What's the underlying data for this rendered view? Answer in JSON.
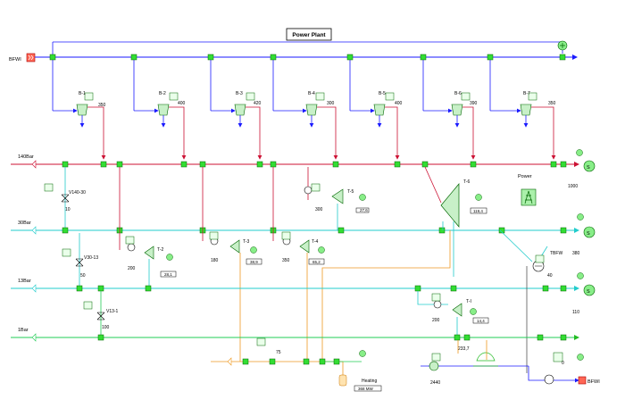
{
  "title": "Power Plant",
  "headers": {
    "bfwi_in": "BFWI",
    "bfwi_out": "BFWI",
    "bar140": "140Bar",
    "bar30": "30Bar",
    "bar13": "13Bar",
    "bar1": "1Bar",
    "power": "Power",
    "heating": "Heating"
  },
  "boilers": [
    {
      "label": "B-1",
      "value": "350"
    },
    {
      "label": "B-2",
      "value": "400"
    },
    {
      "label": "B-3",
      "value": "420"
    },
    {
      "label": "B-4",
      "value": "300"
    },
    {
      "label": "B-5",
      "value": "400"
    },
    {
      "label": "B-6",
      "value": "390"
    },
    {
      "label": "B-7",
      "value": "350"
    }
  ],
  "valves": [
    {
      "label": "V140-30",
      "value": "10"
    },
    {
      "label": "V30-13",
      "value": "50"
    },
    {
      "label": "V13-1",
      "value": "100"
    }
  ],
  "turbines": [
    {
      "label": "T-2",
      "flow": "200",
      "readout": "28,1"
    },
    {
      "label": "T-3",
      "flow": "180",
      "readout": "38,9"
    },
    {
      "label": "T-4",
      "flow": "350",
      "readout": "65,2"
    },
    {
      "label": "T-5",
      "flow": "300",
      "readout": "27,6"
    },
    {
      "label": "T-6",
      "flow": "",
      "readout": "119,4"
    },
    {
      "label": "T-I",
      "flow": "200",
      "readout": "14,4"
    }
  ],
  "misc": {
    "v1000": "1000",
    "v380": "380",
    "v110": "110",
    "tbfw": "TBFW",
    "v40": "40",
    "v75": "75",
    "v233": "233,7",
    "v2440": "2440",
    "v0": "0",
    "heating_readout": "368  MW"
  }
}
